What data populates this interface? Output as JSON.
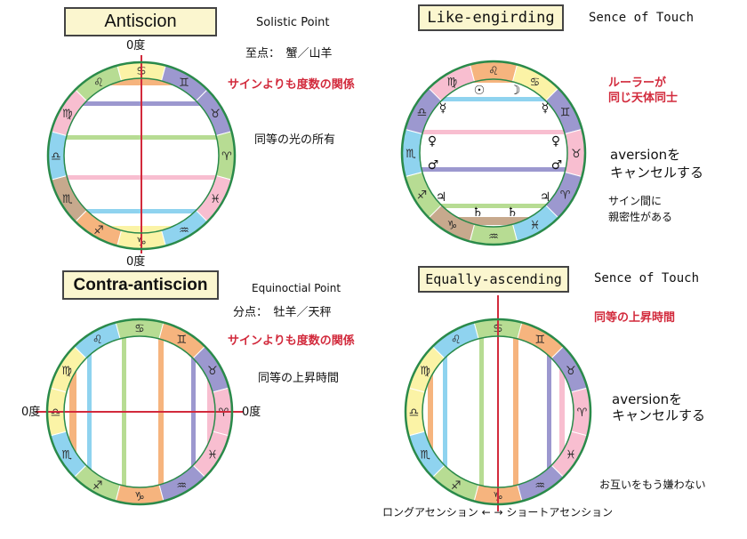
{
  "colors": {
    "yellow": "#fbf3a6",
    "orange": "#f6b47e",
    "purple": "#9c98cf",
    "blue": "#8fd3ef",
    "green": "#b7dc93",
    "pink": "#f8bed0",
    "brown": "#c7a98d",
    "rim": "#2a8a4a",
    "red": "#d22a3c"
  },
  "antiscion": {
    "title": "Antiscion",
    "subtitle": "Solistic Point",
    "zero_top": "0度",
    "zero_bottom": "0度",
    "solstice": "至点：　蟹／山羊",
    "relation": "サインよりも度数の関係",
    "note": "同等の光の所有",
    "signs": [
      "♋",
      "♊",
      "♉",
      "♈",
      "♓",
      "♒",
      "♑",
      "♐",
      "♏",
      "♎",
      "♍",
      "♌"
    ]
  },
  "like_engirding": {
    "title": "Like-engirding",
    "subtitle": "Sence of Touch",
    "ruler_1": "ルーラーが",
    "ruler_2": "同じ天体同士",
    "aversion_1": "aversionを",
    "aversion_2": "キャンセルする",
    "intimacy_1": "サイン間に",
    "intimacy_2": "親密性がある",
    "signs": [
      "♌",
      "♋",
      "♊",
      "♉",
      "♈",
      "♓",
      "♒",
      "♑",
      "♐",
      "♏",
      "♎",
      "♍"
    ],
    "planets": {
      "sun": "☉",
      "moon": "☽",
      "mercury_l": "☿",
      "mercury_r": "☿",
      "venus_l": "♀",
      "venus_r": "♀",
      "mars_l": "♂",
      "mars_r": "♂",
      "jupiter_l": "♃",
      "jupiter_r": "♃",
      "saturn_l": "♄",
      "saturn_r": "♄"
    }
  },
  "contra_antiscion": {
    "title": "Contra-antiscion",
    "subtitle": "Equinoctial Point",
    "equinox": "分点：　牡羊／天秤",
    "relation": "サインよりも度数の関係",
    "note": "同等の上昇時間",
    "zero_left": "0度",
    "zero_right": "0度",
    "signs": [
      "♋",
      "♊",
      "♉",
      "♈",
      "♓",
      "♒",
      "♑",
      "♐",
      "♏",
      "♎",
      "♍",
      "♌"
    ]
  },
  "equally_ascending": {
    "title": "Equally-ascending",
    "subtitle": "Sence of Touch",
    "note": "同等の上昇時間",
    "aversion_1": "aversionを",
    "aversion_2": "キャンセルする",
    "mutual": "お互いをもう嫌わない",
    "axis_label": "ロングアセンション ←  → ショートアセンション",
    "signs": [
      "♋",
      "♊",
      "♉",
      "♈",
      "♓",
      "♒",
      "♑",
      "♐",
      "♏",
      "♎",
      "♍",
      "♌"
    ]
  }
}
